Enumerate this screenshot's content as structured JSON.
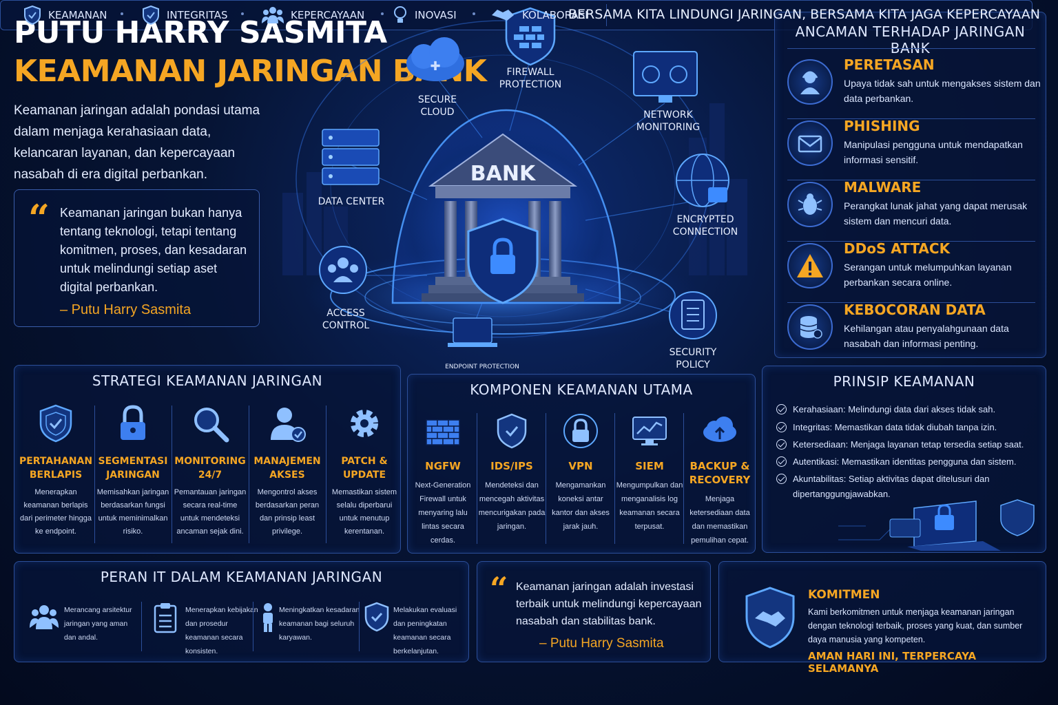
{
  "header": {
    "title_line1": "PUTU HARRY SASMITA",
    "title_line2": "KEAMANAN JARINGAN BANK",
    "intro": "Keamanan jaringan adalah pondasi utama dalam menjaga kerahasiaan data, kelancaran layanan, dan kepercayaan nasabah di era digital perbankan."
  },
  "quote1": {
    "text": "Keamanan jaringan bukan hanya tentang teknologi, tetapi tentang komitmen, proses, dan kesadaran untuk melindungi setiap aset digital perbankan.",
    "author": "– Putu Harry Sasmita"
  },
  "hero": {
    "bank_label": "BANK",
    "nodes": {
      "secure_cloud": "SECURE CLOUD",
      "firewall_l1": "FIREWALL",
      "firewall_l2": "PROTECTION",
      "network_l1": "NETWORK",
      "network_l2": "MONITORING",
      "data_center": "DATA CENTER",
      "encrypted_l1": "ENCRYPTED",
      "encrypted_l2": "CONNECTION",
      "access_l1": "ACCESS",
      "access_l2": "CONTROL",
      "endpoint": "ENDPOINT PROTECTION",
      "policy_l1": "SECURITY",
      "policy_l2": "POLICY"
    }
  },
  "threats": {
    "title": "ANCAMAN TERHADAP JARINGAN BANK",
    "items": [
      {
        "name": "PERETASAN",
        "desc": "Upaya tidak sah untuk mengakses sistem dan data perbankan.",
        "icon": "hacker-icon"
      },
      {
        "name": "PHISHING",
        "desc": "Manipulasi pengguna untuk mendapatkan informasi sensitif.",
        "icon": "mail-icon"
      },
      {
        "name": "MALWARE",
        "desc": "Perangkat lunak jahat yang dapat merusak sistem dan mencuri data.",
        "icon": "bug-icon"
      },
      {
        "name": "DDoS ATTACK",
        "desc": "Serangan untuk melumpuhkan layanan perbankan secara online.",
        "icon": "warning-icon"
      },
      {
        "name": "KEBOCORAN DATA",
        "desc": "Kehilangan atau penyalahgunaan data nasabah dan informasi penting.",
        "icon": "database-icon"
      }
    ]
  },
  "strategy": {
    "title": "STRATEGI KEAMANAN JARINGAN",
    "items": [
      {
        "name_l1": "PERTAHANAN",
        "name_l2": "BERLAPIS",
        "desc": "Menerapkan keamanan berlapis dari perimeter hingga ke endpoint."
      },
      {
        "name_l1": "SEGMENTASI",
        "name_l2": "JARINGAN",
        "desc": "Memisahkan jaringan berdasarkan fungsi untuk meminimalkan risiko."
      },
      {
        "name_l1": "MONITORING",
        "name_l2": "24/7",
        "desc": "Pemantauan jaringan secara real-time untuk mendeteksi ancaman sejak dini."
      },
      {
        "name_l1": "MANAJEMEN",
        "name_l2": "AKSES",
        "desc": "Mengontrol akses berdasarkan peran dan prinsip least privilege."
      },
      {
        "name_l1": "PATCH &",
        "name_l2": "UPDATE",
        "desc": "Memastikan sistem selalu diperbarui untuk menutup kerentanan."
      }
    ]
  },
  "components": {
    "title": "KOMPONEN KEAMANAN UTAMA",
    "items": [
      {
        "name_l1": "NGFW",
        "name_l2": "",
        "desc": "Next-Generation Firewall untuk menyaring lalu lintas secara cerdas."
      },
      {
        "name_l1": "IDS/IPS",
        "name_l2": "",
        "desc": "Mendeteksi dan mencegah aktivitas mencurigakan pada jaringan."
      },
      {
        "name_l1": "VPN",
        "name_l2": "",
        "desc": "Mengamankan koneksi antar kantor dan akses jarak jauh."
      },
      {
        "name_l1": "SIEM",
        "name_l2": "",
        "desc": "Mengumpulkan dan menganalisis log keamanan secara terpusat."
      },
      {
        "name_l1": "BACKUP &",
        "name_l2": "RECOVERY",
        "desc": "Menjaga ketersediaan data dan memastikan pemulihan cepat."
      }
    ]
  },
  "principles": {
    "title": "PRINSIP KEAMANAN",
    "items": [
      "Kerahasiaan: Melindungi data dari akses tidak sah.",
      "Integritas: Memastikan data tidak diubah tanpa izin.",
      "Ketersediaan: Menjaga layanan tetap tersedia setiap saat.",
      "Autentikasi: Memastikan identitas pengguna dan sistem.",
      "Akuntabilitas: Setiap aktivitas dapat ditelusuri dan dipertanggungjawabkan."
    ]
  },
  "itrole": {
    "title": "PERAN IT DALAM KEAMANAN JARINGAN",
    "items": [
      "Merancang arsitektur jaringan yang aman dan andal.",
      "Menerapkan kebijakan dan prosedur keamanan secara konsisten.",
      "Meningkatkan kesadaran keamanan bagi seluruh karyawan.",
      "Melakukan evaluasi dan peningkatan keamanan secara berkelanjutan."
    ]
  },
  "quote2": {
    "text": "Keamanan jaringan adalah investasi terbaik untuk melindungi kepercayaan nasabah dan stabilitas bank.",
    "author": "– Putu Harry Sasmita"
  },
  "commitment": {
    "title": "KOMITMEN",
    "desc": "Kami berkomitmen untuk menjaga keamanan jaringan dengan teknologi terbaik, proses yang kuat, dan sumber daya manusia yang kompeten.",
    "slogan": "AMAN HARI INI, TERPERCAYA SELAMANYA"
  },
  "footer": {
    "values": [
      "KEAMANAN",
      "INTEGRITAS",
      "KEPERCAYAAN",
      "INOVASI",
      "KOLABORASI"
    ],
    "slogan": "BERSAMA KITA LINDUNGI JARINGAN, BERSAMA KITA JAGA KEPERCAYAAN"
  },
  "colors": {
    "accent": "#f5a623",
    "background": "#061434",
    "border": "#2c4f9a",
    "glow": "#3d8bff"
  }
}
